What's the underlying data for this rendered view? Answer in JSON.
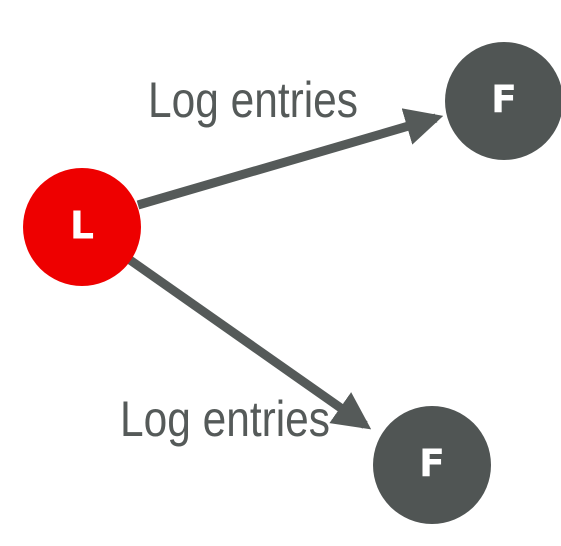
{
  "nodes": {
    "leader": {
      "label": "L",
      "color": "#ee0000"
    },
    "follower_top": {
      "label": "F",
      "color": "#505554"
    },
    "follower_bottom": {
      "label": "F",
      "color": "#505554"
    }
  },
  "edges": {
    "to_top": {
      "label": "Log entries"
    },
    "to_bottom": {
      "label": "Log entries"
    }
  },
  "colors": {
    "arrow": "#555a59",
    "text": "#555a59"
  }
}
